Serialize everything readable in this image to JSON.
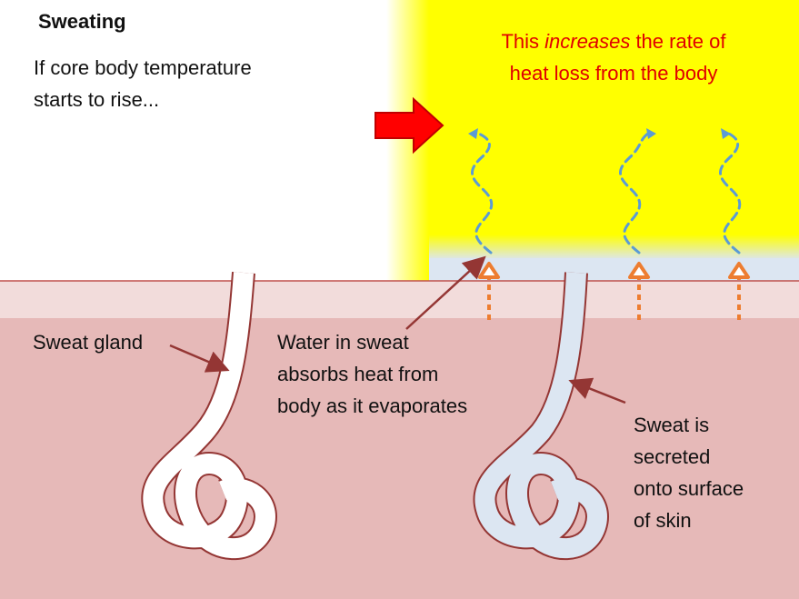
{
  "title": "Sweating",
  "intro": "If core body temperature\nstarts to rise...",
  "result": {
    "before": "This ",
    "emphasis": "increases",
    "after": " the rate of\nheat loss from the body"
  },
  "labels": {
    "sweat_gland": "Sweat gland",
    "water_absorbs": "Water in sweat\nabsorbs heat from\nbody as it evaporates",
    "secreted": "Sweat is\nsecreted\nonto surface\nof skin"
  },
  "colors": {
    "skin_dermis": "#e6b9b8",
    "skin_epidermis": "#f2dcdb",
    "heat_zone": "#ffff00",
    "arrow_red": "#ff0000",
    "text_red": "#e00000",
    "vapor_blue": "#5b9bd5",
    "heat_orange": "#ed7d31",
    "outline": "#943634",
    "sweat_fill": "#dce6f2"
  },
  "icons": [
    "right-arrow-icon",
    "vapor-wave-icon",
    "heat-up-arrow-icon"
  ]
}
